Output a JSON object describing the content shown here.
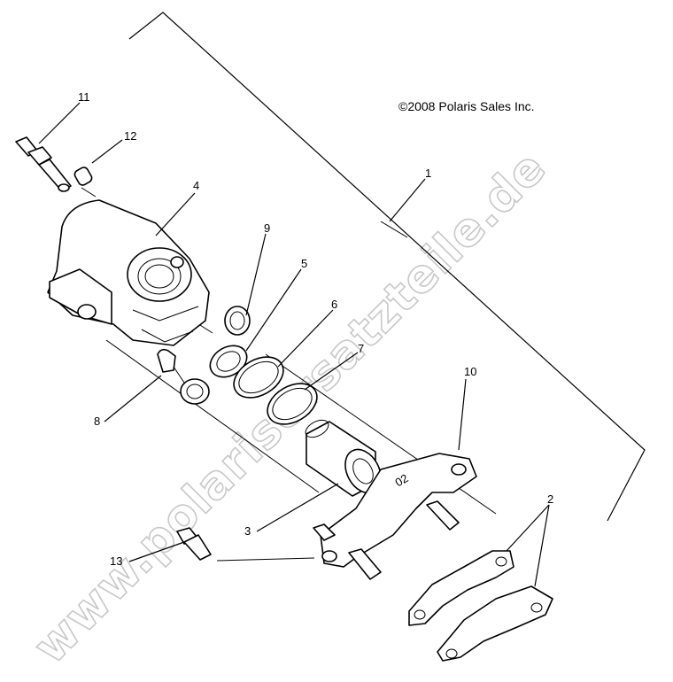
{
  "copyright": "©2008 Polaris Sales Inc.",
  "watermark": "www.polarisersatzteile.de",
  "callouts": [
    {
      "id": "1",
      "label": "1"
    },
    {
      "id": "2",
      "label": "2"
    },
    {
      "id": "3",
      "label": "3"
    },
    {
      "id": "4",
      "label": "4"
    },
    {
      "id": "5",
      "label": "5"
    },
    {
      "id": "6",
      "label": "6"
    },
    {
      "id": "7",
      "label": "7"
    },
    {
      "id": "8",
      "label": "8"
    },
    {
      "id": "9",
      "label": "9"
    },
    {
      "id": "10",
      "label": "10"
    },
    {
      "id": "11",
      "label": "11"
    },
    {
      "id": "12",
      "label": "12"
    },
    {
      "id": "13",
      "label": "13"
    }
  ]
}
